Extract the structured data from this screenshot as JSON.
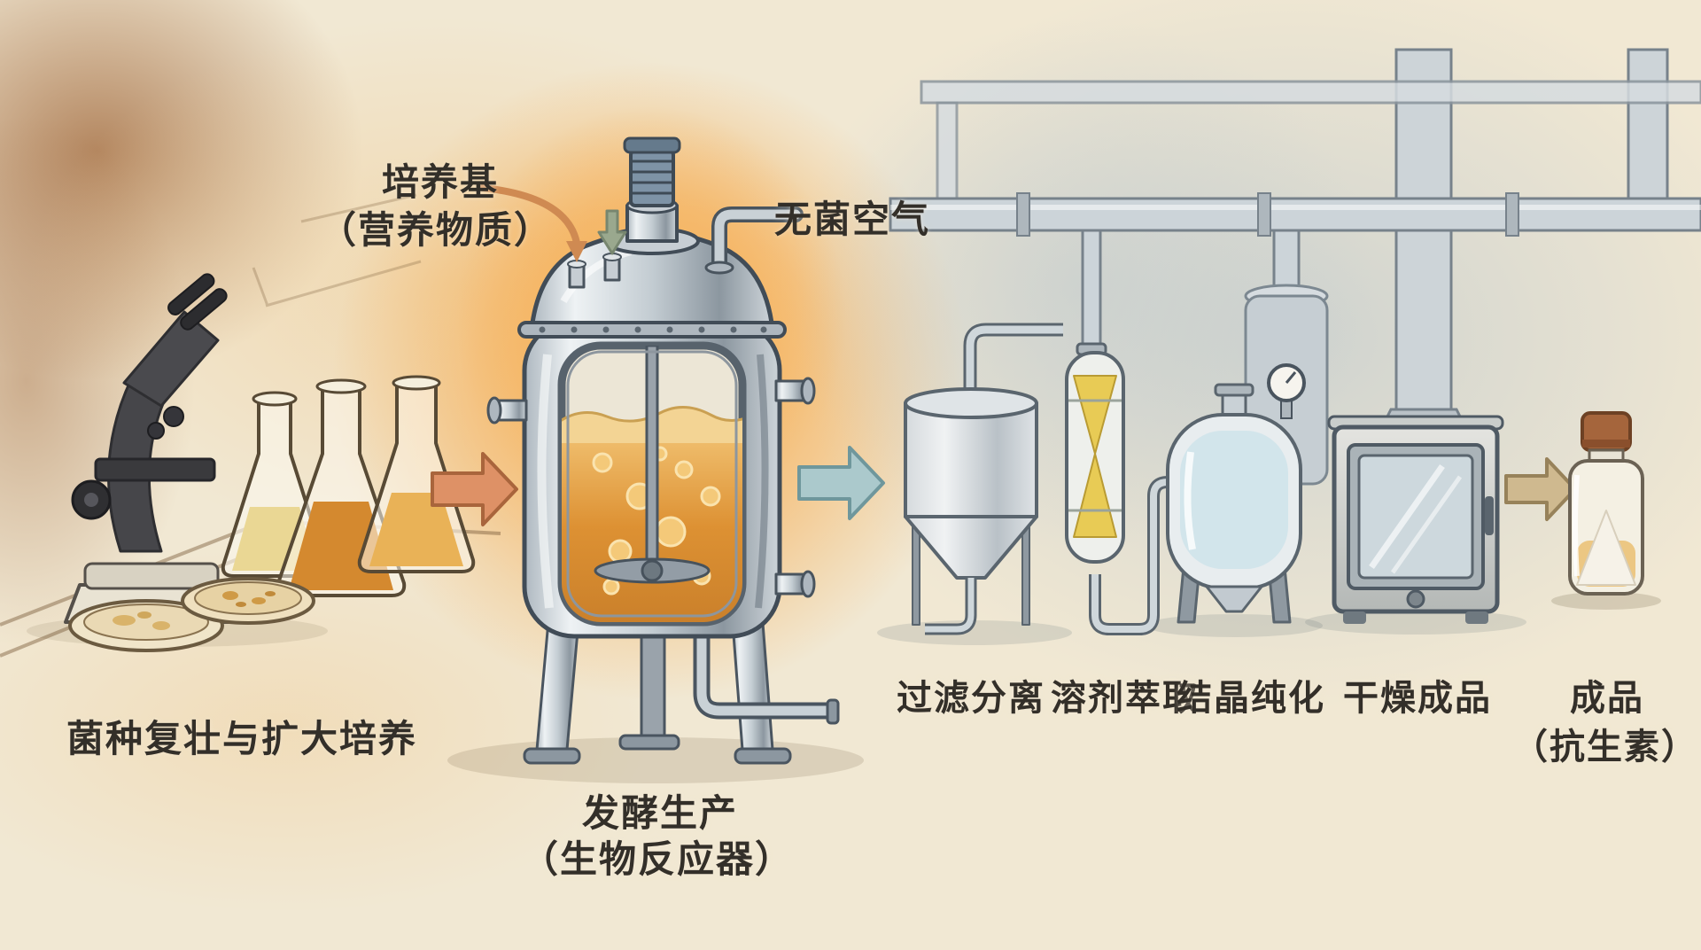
{
  "annotations": {
    "culture_medium_line1": "培养基",
    "culture_medium_line2": "（营养物质）",
    "sterile_air": "无菌空气"
  },
  "stages": {
    "seed_culture": "菌种复壮与扩大培养",
    "fermentation_line1": "发酵生产",
    "fermentation_line2": "（生物反应器）",
    "filtration": "过滤分离",
    "extraction": "溶剂萃取",
    "crystallization": "结晶纯化",
    "drying": "干燥成品",
    "product_line1": "成品",
    "product_line2": "（抗生素）"
  },
  "colors": {
    "paper": "#f1e8d3",
    "brown_wash": "#a06336",
    "glow": "#f6ab4f",
    "right_wash": "#b3c2cc",
    "arrow_orange": "#de9166",
    "arrow_teal": "#abc9cc",
    "arrow_tan": "#cfb98f",
    "broth": "#dd9133",
    "ink": "#332f29"
  }
}
